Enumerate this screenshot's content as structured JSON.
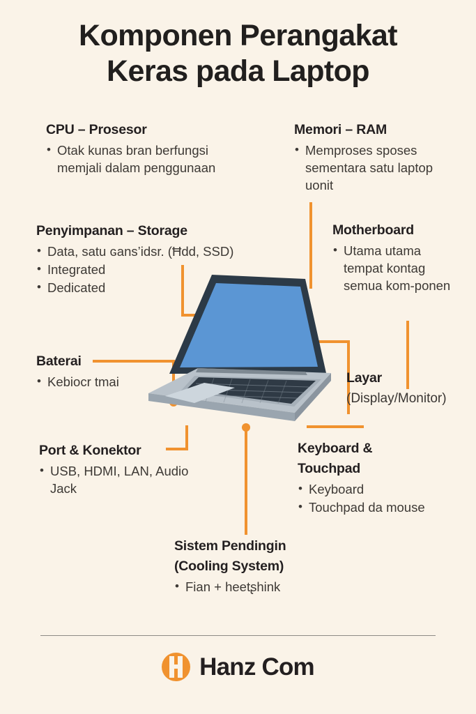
{
  "theme": {
    "background": "#faf3e8",
    "text": "#231f20",
    "accent_orange": "#f0922f",
    "screen_blue": "#5b96d4",
    "bezel_dark": "#2c3a47",
    "body_gray": "#aab4bd",
    "divider": "#8d8a85"
  },
  "title": {
    "line1": "Komponen Perangakat",
    "line2": "Keras pada Laptop"
  },
  "callouts": {
    "cpu": {
      "heading": "CPU – Prosesor",
      "items": [
        "Otak kunas bran berfungsi memjali dalam penggunaan"
      ]
    },
    "ram": {
      "heading": "Memori – RAM",
      "items": [
        "Memproses  sposes sementara satu laptop uonit"
      ]
    },
    "storage": {
      "heading": "Penyimpanan – Storage",
      "items": [
        "Data, satu ɢans’idsr. (Ħdd, SSD)",
        "Integrated",
        "Dedicated"
      ]
    },
    "motherboard": {
      "heading": "Motherboard",
      "items": [
        "Utama utama tempat kontag semua kom-ponen"
      ]
    },
    "baterai": {
      "heading": "Baterai",
      "items": [
        "Kebiocr tmai"
      ]
    },
    "layar": {
      "heading": "Layar",
      "subtitle": "(Display/Monitor)",
      "items": []
    },
    "port": {
      "heading": "Port & Konektor",
      "items": [
        "USB, HDMI, LAN, Audio Jack"
      ]
    },
    "keyboard": {
      "heading_line1": "Keyboard &",
      "heading_line2": "Touchpad",
      "items": [
        "Keyboard",
        "Touchpad da mouse"
      ]
    },
    "cooling": {
      "heading_line1": "Sistem Pendingin",
      "heading_line2": "(Cooling System)",
      "items": [
        "Fian + heetʂhink"
      ]
    }
  },
  "illustration": {
    "name": "laptop-illustration",
    "screen_color": "#5b96d4",
    "bezel_color": "#2c3a47"
  },
  "footer": {
    "brand": "Hanz Com",
    "logo_letter": "H"
  }
}
